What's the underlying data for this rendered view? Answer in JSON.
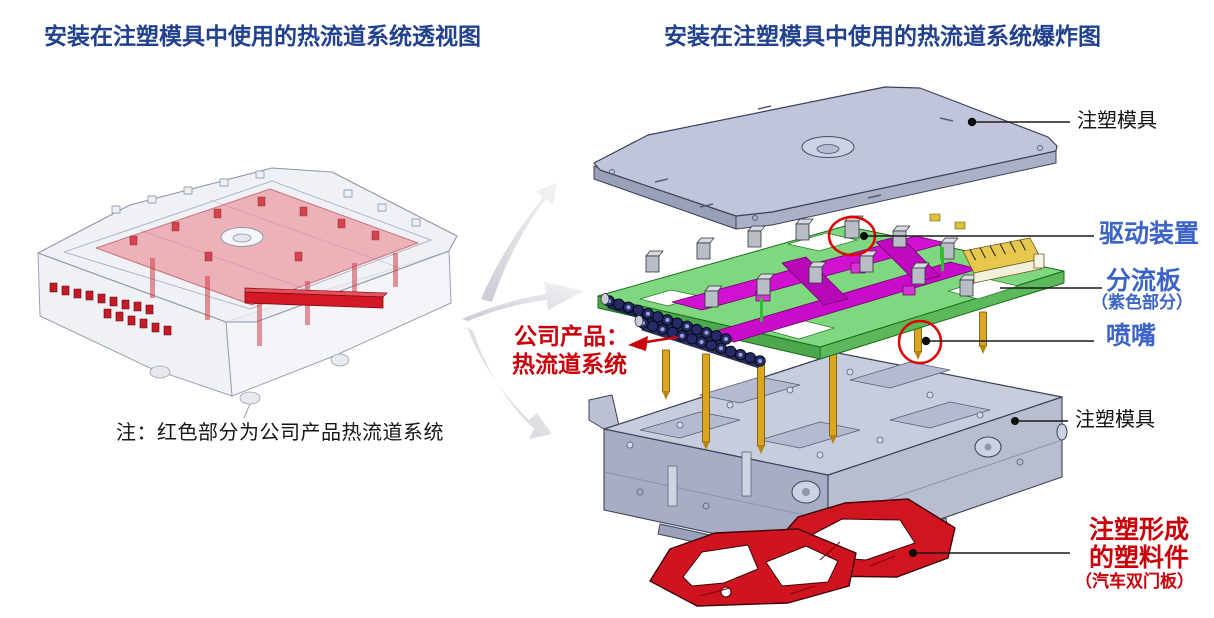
{
  "slide": {
    "left": {
      "title": "安装在注塑模具中使用的热流道系统透视图",
      "note": "注：红色部分为公司产品热流道系统"
    },
    "right": {
      "title": "安装在注塑模具中使用的热流道系统爆炸图",
      "labels": {
        "top_mold": "注塑模具",
        "drive": "驱动装置",
        "manifold": "分流板",
        "manifold_note": "（紫色部分）",
        "nozzle": "喷嘴",
        "bottom_mold": "注塑模具",
        "molded_part_line1": "注塑形成",
        "molded_part_line2": "的塑料件",
        "molded_part_note": "（汽车双门板）"
      }
    },
    "callout": {
      "line1": "公司产品：",
      "line2": "热流道系统"
    },
    "colors": {
      "title_blue": "#21418f",
      "label_blue": "#3c64c8",
      "accent_red": "#c9000a",
      "manifold_magenta": "#cc10cc",
      "plate_green": "#7fd77f",
      "nozzle_gold": "#dca61e",
      "mold_steel": "#c0c5db",
      "highlight_circle_red": "#e00000"
    }
  }
}
